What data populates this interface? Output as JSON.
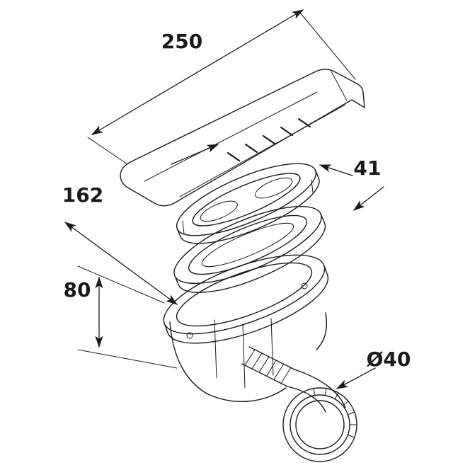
{
  "drawing": {
    "type": "technical-exploded-view",
    "parts": [
      "cover-plate",
      "upper-flange-ring",
      "lower-flange-ring",
      "drain-body",
      "outlet-elbow"
    ],
    "labels": {
      "overall_length": "250",
      "overall_width": "162",
      "rim_detail": "41",
      "body_height": "80",
      "outlet_diameter": "Ø40"
    },
    "colors": {
      "line": "#1a1a1a",
      "background": "#ffffff"
    }
  }
}
